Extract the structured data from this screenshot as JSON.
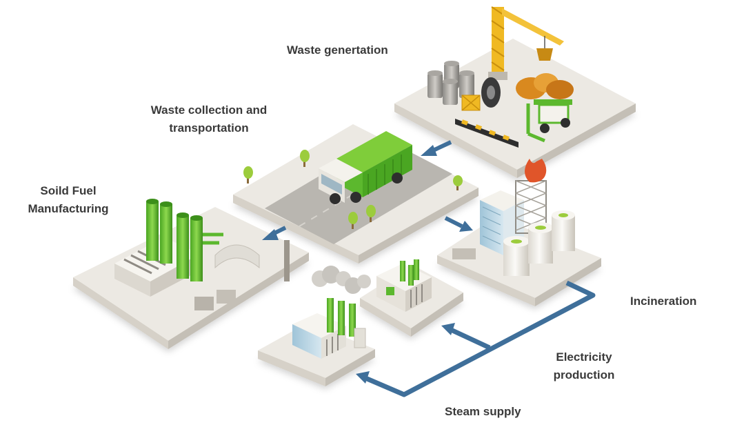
{
  "labels": {
    "waste_generation": "Waste genertation",
    "collection_line1": "Waste collection and",
    "collection_line2": "transportation",
    "fuel_line1": "Soild Fuel",
    "fuel_line2": "Manufacturing",
    "incineration": "Incineration",
    "electricity_line1": "Electricity",
    "electricity_line2": "production",
    "steam": "Steam supply"
  },
  "colors": {
    "platform_top": "#ece9e3",
    "platform_side": "#cdc8bf",
    "accent_green": "#5cb82e",
    "arrow_blue": "#3f6f9a",
    "crane_yellow": "#f0b923",
    "flame_red": "#e0552a",
    "text": "#3a3a3a"
  }
}
